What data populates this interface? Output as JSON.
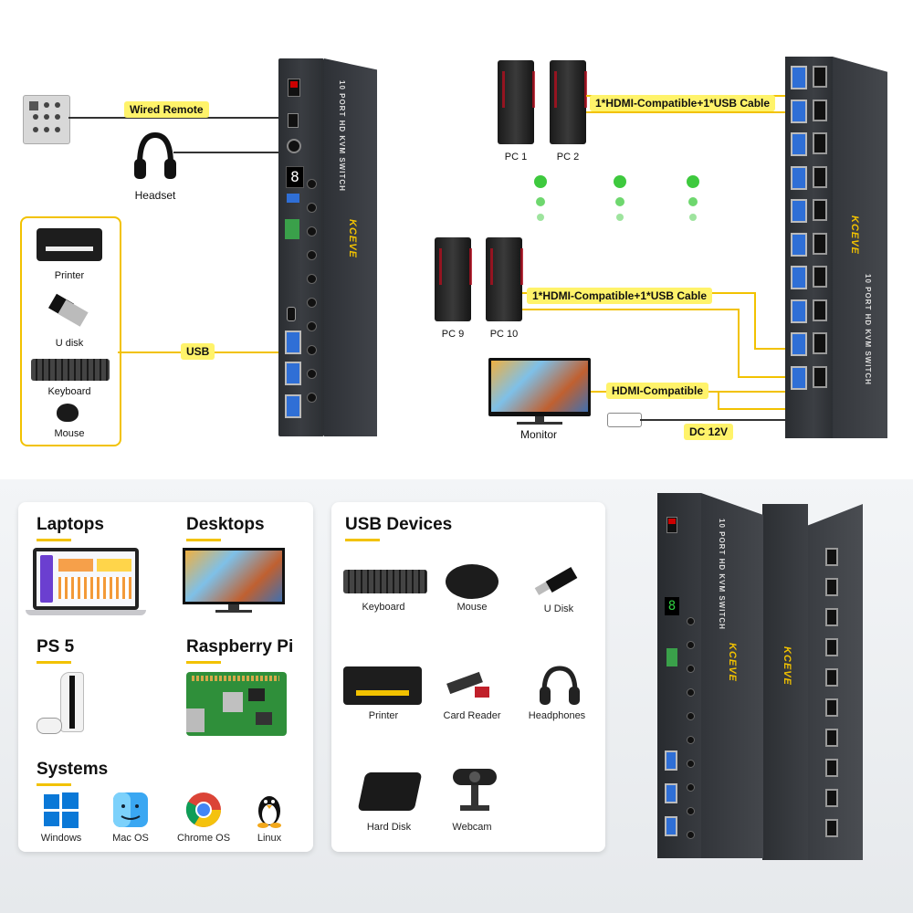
{
  "top": {
    "labels": {
      "wired_remote": "Wired Remote",
      "headset": "Headset",
      "printer": "Printer",
      "udisk": "U disk",
      "keyboard": "Keyboard",
      "mouse": "Mouse",
      "usb": "USB",
      "pc1": "PC 1",
      "pc2": "PC 2",
      "pc9": "PC 9",
      "pc10": "PC 10",
      "cable1": "1*HDMI-Compatible+1*USB Cable",
      "cable2": "1*HDMI-Compatible+1*USB Cable",
      "hdmi": "HDMI-Compatible",
      "monitor": "Monitor",
      "dc": "DC 12V"
    },
    "device_text": "10 PORT HD KVM SWITCH",
    "brand": "KCEVE",
    "display_digit": "8"
  },
  "bottom": {
    "left_card": {
      "laptops": "Laptops",
      "desktops": "Desktops",
      "ps5": "PS 5",
      "raspberry": "Raspberry Pi",
      "systems": "Systems",
      "os": [
        "Windows",
        "Mac OS",
        "Chrome OS",
        "Linux"
      ]
    },
    "usb_card": {
      "title": "USB Devices",
      "items": [
        "Keyboard",
        "Mouse",
        "U Disk",
        "Printer",
        "Card Reader",
        "Headphones",
        "Hard Disk",
        "Webcam"
      ]
    }
  },
  "colors": {
    "accent": "#f2c200",
    "highlight": "#fff36a",
    "usb_port": "#2f6fd6",
    "status_green": "#3ec93e"
  }
}
